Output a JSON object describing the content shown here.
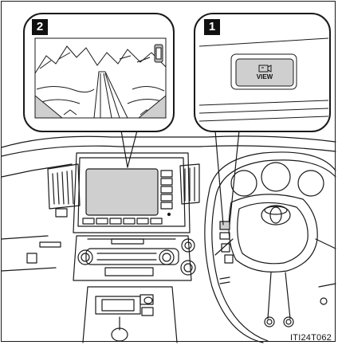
{
  "callouts": [
    {
      "number": "1",
      "content": "view-switch-closeup"
    },
    {
      "number": "2",
      "content": "camera-display-closeup"
    }
  ],
  "view_button": {
    "label": "VIEW",
    "icon": "camera-icon"
  },
  "figure_code": "ITI24T062",
  "colors": {
    "line": "#1a1a1a",
    "badge": "#111111",
    "shade": "#cfcfcf",
    "screen": "#b8b8b8"
  }
}
